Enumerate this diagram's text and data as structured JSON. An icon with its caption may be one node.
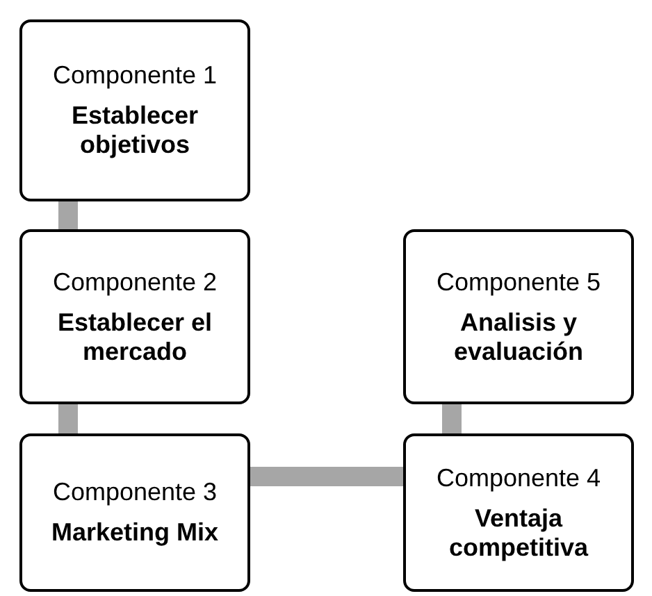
{
  "diagram": {
    "nodes": [
      {
        "text": [
          "Componente 1",
          "Establecer objetivos"
        ]
      },
      {
        "text": [
          "Componente 2",
          "Establecer el mercado"
        ]
      },
      {
        "text": [
          "Componente 3",
          "Marketing Mix"
        ]
      },
      {
        "text": [
          "Componente 4",
          "Ventaja competitiva"
        ]
      },
      {
        "text": [
          "Componente 5",
          "Analisis y evaluación"
        ]
      }
    ],
    "edges": [
      {
        "from": 0,
        "to": 1,
        "arrow": "none"
      },
      {
        "from": 1,
        "to": 2,
        "arrow": "none"
      },
      {
        "from": 2,
        "to": 3,
        "arrow": "none"
      },
      {
        "from": 3,
        "to": 4,
        "arrow": "none"
      }
    ]
  }
}
